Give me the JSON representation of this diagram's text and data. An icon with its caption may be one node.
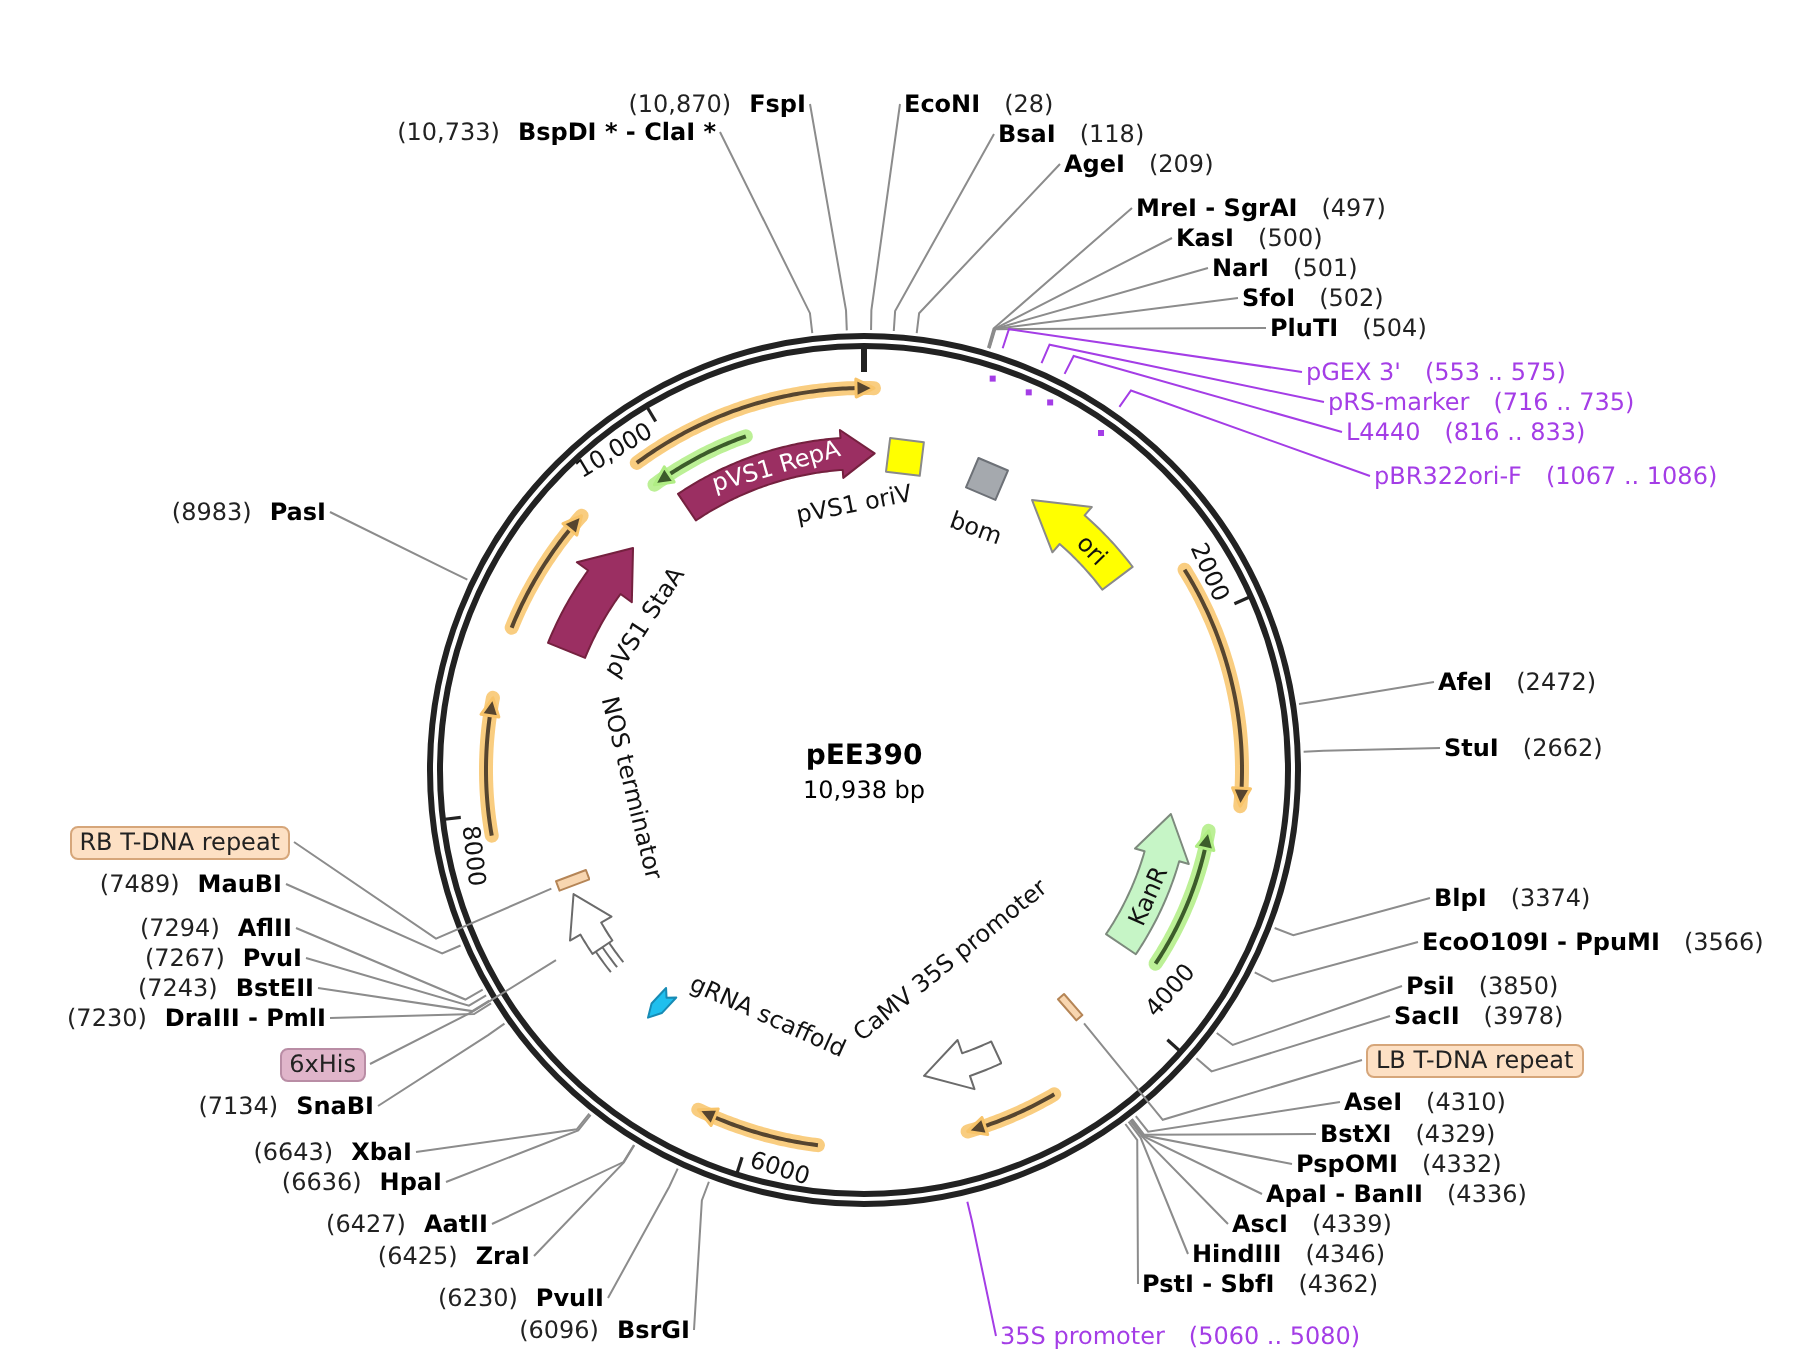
{
  "diagram": {
    "title": "pEE390",
    "nodes": [
      {
        "text": [
          "(10,733)",
          "BspDI * - ClaI *"
        ]
      },
      {
        "text": [
          "(10,870)",
          "FspI"
        ]
      },
      {
        "text": [
          "EcoNI",
          "(28)"
        ]
      },
      {
        "text": [
          "BsaI",
          "(118)"
        ]
      },
      {
        "text": [
          "AgeI",
          "(209)"
        ]
      },
      {
        "text": [
          "MreI - SgrAI",
          "(497)"
        ]
      },
      {
        "text": [
          "KasI",
          "(500)"
        ]
      },
      {
        "text": [
          "NarI",
          "(501)"
        ]
      },
      {
        "text": [
          "SfoI",
          "(502)"
        ]
      },
      {
        "text": [
          "PluTI",
          "(504)"
        ]
      },
      {
        "text": [
          "pGEX 3'",
          "(553 .. 575)"
        ]
      },
      {
        "text": [
          "pRS-marker",
          "(716 .. 735)"
        ]
      },
      {
        "text": [
          "L4440",
          "(816 .. 833)"
        ]
      },
      {
        "text": [
          "pBR322ori-F",
          "(1067 .. 1086)"
        ]
      },
      {
        "text": [
          "AfeI",
          "(2472)"
        ]
      },
      {
        "text": [
          "StuI",
          "(2662)"
        ]
      },
      {
        "text": [
          "BlpI",
          "(3374)"
        ]
      },
      {
        "text": [
          "EcoO109I - PpuMI",
          "(3566)"
        ]
      },
      {
        "text": [
          "PsiI",
          "(3850)"
        ]
      },
      {
        "text": [
          "SacII",
          "(3978)"
        ]
      },
      {
        "text": [
          "LB T-DNA repeat"
        ]
      },
      {
        "text": [
          "AseI",
          "(4310)"
        ]
      },
      {
        "text": [
          "BstXI",
          "(4329)"
        ]
      },
      {
        "text": [
          "PspOMI",
          "(4332)"
        ]
      },
      {
        "text": [
          "ApaI - BanII",
          "(4336)"
        ]
      },
      {
        "text": [
          "AscI",
          "(4339)"
        ]
      },
      {
        "text": [
          "HindIII",
          "(4346)"
        ]
      },
      {
        "text": [
          "PstI - SbfI",
          "(4362)"
        ]
      },
      {
        "text": [
          "35S promoter",
          "(5060 .. 5080)"
        ]
      },
      {
        "text": [
          "(6096)",
          "BsrGI"
        ]
      },
      {
        "text": [
          "(6230)",
          "PvuII"
        ]
      },
      {
        "text": [
          "(6425)",
          "ZraI"
        ]
      },
      {
        "text": [
          "(6427)",
          "AatII"
        ]
      },
      {
        "text": [
          "(6636)",
          "HpaI"
        ]
      },
      {
        "text": [
          "(6643)",
          "XbaI"
        ]
      },
      {
        "text": [
          "(7134)",
          "SnaBI"
        ]
      },
      {
        "text": [
          "6xHis"
        ]
      },
      {
        "text": [
          "(7230)",
          "DraIII - PmlI"
        ]
      },
      {
        "text": [
          "(7243)",
          "BstEII"
        ]
      },
      {
        "text": [
          "(7267)",
          "PvuI"
        ]
      },
      {
        "text": [
          "(7294)",
          "AflII"
        ]
      },
      {
        "text": [
          "(7489)",
          "MauBI"
        ]
      },
      {
        "text": [
          "RB T-DNA repeat"
        ]
      },
      {
        "text": [
          "(8983)",
          "PasI"
        ]
      },
      {
        "text": [
          "pVS1 RepA"
        ]
      },
      {
        "text": [],
        "shape": "box",
        "beside": [
          "pVS1 oriV"
        ]
      },
      {
        "text": [],
        "shape": "box",
        "beside": [
          "bom"
        ]
      },
      {
        "text": [
          "ori"
        ]
      },
      {
        "text": [
          "KanR"
        ]
      },
      {
        "text": [],
        "shape": "bar"
      },
      {
        "text": [],
        "shape": "arrow",
        "beside": [
          "CaMV 35S promoter"
        ]
      },
      {
        "text": [],
        "shape": "arrow",
        "beside": [
          "gRNA scaffold"
        ]
      },
      {
        "text": [],
        "shape": "arrow",
        "beside": [
          "NOS terminator"
        ]
      },
      {
        "text": [],
        "shape": "bar"
      },
      {
        "text": [],
        "shape": "arrow",
        "beside": [
          "pVS1 StaA"
        ]
      }
    ],
    "edges": [
      {
        "from": 0,
        "to": null,
        "arrow": "none"
      },
      {
        "from": 1,
        "to": null,
        "arrow": "none"
      },
      {
        "from": 2,
        "to": null,
        "arrow": "none"
      },
      {
        "from": 3,
        "to": null,
        "arrow": "none"
      },
      {
        "from": 4,
        "to": null,
        "arrow": "none"
      },
      {
        "from": 5,
        "to": null,
        "arrow": "none"
      },
      {
        "from": 6,
        "to": null,
        "arrow": "none"
      },
      {
        "from": 7,
        "to": null,
        "arrow": "none"
      },
      {
        "from": 8,
        "to": null,
        "arrow": "none"
      },
      {
        "from": 9,
        "to": null,
        "arrow": "none"
      },
      {
        "from": 10,
        "to": null,
        "arrow": "none",
        "color": "#a43de6"
      },
      {
        "from": 11,
        "to": null,
        "arrow": "none",
        "color": "#a43de6"
      },
      {
        "from": 12,
        "to": null,
        "arrow": "none",
        "color": "#a43de6"
      },
      {
        "from": 13,
        "to": null,
        "arrow": "none",
        "color": "#a43de6"
      },
      {
        "from": 14,
        "to": null,
        "arrow": "none"
      },
      {
        "from": 15,
        "to": null,
        "arrow": "none"
      },
      {
        "from": 16,
        "to": null,
        "arrow": "none"
      },
      {
        "from": 17,
        "to": null,
        "arrow": "none"
      },
      {
        "from": 18,
        "to": null,
        "arrow": "none"
      },
      {
        "from": 19,
        "to": null,
        "arrow": "none"
      },
      {
        "from": 20,
        "to": 49,
        "arrow": "none"
      },
      {
        "from": 21,
        "to": null,
        "arrow": "none"
      },
      {
        "from": 22,
        "to": null,
        "arrow": "none"
      },
      {
        "from": 23,
        "to": null,
        "arrow": "none"
      },
      {
        "from": 24,
        "to": null,
        "arrow": "none"
      },
      {
        "from": 25,
        "to": null,
        "arrow": "none"
      },
      {
        "from": 26,
        "to": null,
        "arrow": "none"
      },
      {
        "from": 27,
        "to": null,
        "arrow": "none"
      },
      {
        "from": 28,
        "to": null,
        "arrow": "none",
        "color": "#a43de6"
      },
      {
        "from": 29,
        "to": null,
        "arrow": "none"
      },
      {
        "from": 30,
        "to": null,
        "arrow": "none"
      },
      {
        "from": 31,
        "to": null,
        "arrow": "none"
      },
      {
        "from": 32,
        "to": null,
        "arrow": "none"
      },
      {
        "from": 33,
        "to": null,
        "arrow": "none"
      },
      {
        "from": 34,
        "to": null,
        "arrow": "none"
      },
      {
        "from": 35,
        "to": null,
        "arrow": "none"
      },
      {
        "from": 36,
        "to": null,
        "arrow": "none"
      },
      {
        "from": 37,
        "to": null,
        "arrow": "none"
      },
      {
        "from": 38,
        "to": null,
        "arrow": "none"
      },
      {
        "from": 39,
        "to": null,
        "arrow": "none"
      },
      {
        "from": 40,
        "to": null,
        "arrow": "none"
      },
      {
        "from": 41,
        "to": null,
        "arrow": "none"
      },
      {
        "from": 42,
        "to": 53,
        "arrow": "none"
      },
      {
        "from": 43,
        "to": null,
        "arrow": "none"
      }
    ],
    "labels": [
      "10,938 bp",
      "2000",
      "4000",
      "6000",
      "8000",
      "10,000"
    ]
  }
}
